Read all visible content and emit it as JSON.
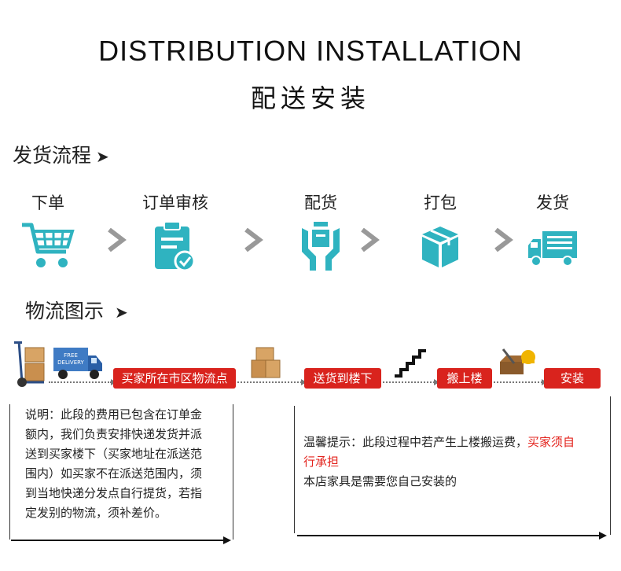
{
  "header": {
    "title_en": "DISTRIBUTION INSTALLATION",
    "title_cn": "配送安装"
  },
  "process": {
    "heading": "发货流程",
    "heading_arrow": "➤",
    "steps": [
      {
        "label": "下单",
        "icon": "shopping-cart-icon"
      },
      {
        "label": "订单审核",
        "icon": "clipboard-check-icon"
      },
      {
        "label": "配货",
        "icon": "hands-package-icon"
      },
      {
        "label": "打包",
        "icon": "box-icon"
      },
      {
        "label": "发货",
        "icon": "truck-icon"
      }
    ]
  },
  "logistics": {
    "heading": "物流图示",
    "heading_arrow": "➤",
    "truck_text": [
      "FREE",
      "DELIVERY"
    ],
    "tags": [
      "买家所在市区物流点",
      "送货到楼下",
      "搬上楼",
      "安装"
    ]
  },
  "notes": {
    "left_lines": [
      "说明：此段的费用已包含在订单金",
      "额内，我们负责安排快递发货并派",
      "送到买家楼下（买家地址在派送范",
      "围内）如买家不在派送范围内，须",
      "到当地快递分发点自行提货，若指",
      "定发别的物流，须补差价。"
    ],
    "right_line1_black": "温馨提示：此段过程中若产生上楼搬运费，",
    "right_line1_red": "买家须自",
    "right_line2_red": "行承担",
    "right_line3": "本店家具是需要您自己安装的"
  },
  "colors": {
    "teal": "#2fb3c0",
    "red": "#d9231d",
    "chevron": "#999999"
  }
}
